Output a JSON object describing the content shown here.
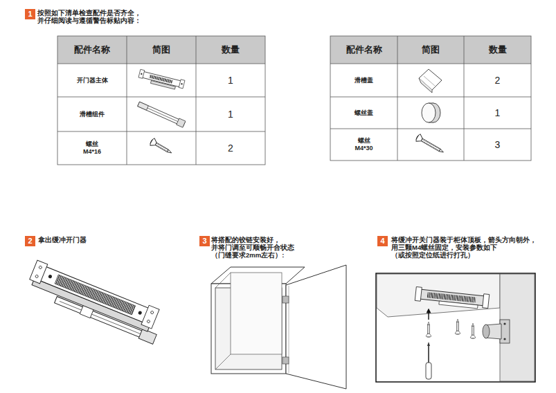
{
  "diagram": {
    "nodes": [
      {
        "text": [
          "1"
        ]
      },
      {
        "text": [
          "2"
        ]
      },
      {
        "text": [
          "3"
        ]
      },
      {
        "text": [
          "4"
        ]
      }
    ],
    "labels": [
      "按照如下清单检查配件是否齐全， 并仔细阅读与遵循警告标贴内容：",
      "配件名称",
      "简图",
      "数量",
      "开门器主体",
      "1",
      "滑槽组件",
      "1",
      "螺丝 M4*16",
      "2",
      "配件名称",
      "简图",
      "数量",
      "滑槽盖",
      "2",
      "螺丝盖",
      "1",
      "螺丝 M4*30",
      "3",
      "拿出缓冲开门器",
      "将搭配的铰链安装好， 并将门调至可顺畅开合状态 （门缝要求2mm左右）:",
      "将缓冲开关门器装于柜体顶板，箭头方向朝外， 用三颗M4螺丝固定，安装参数如下 （或按照定位纸进行打孔）"
    ]
  }
}
